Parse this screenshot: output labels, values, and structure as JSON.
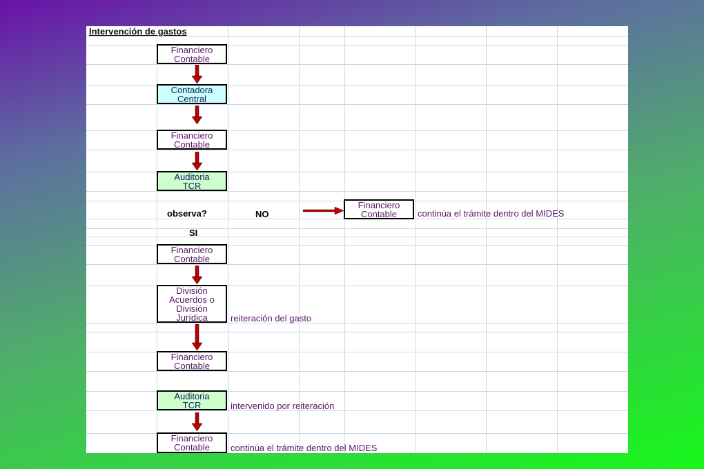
{
  "title": "Intervención de gastos",
  "boxes": {
    "b1": "Financiero\nContable",
    "b2": "Contadora\nCentral",
    "b3": "Financiero\nContable",
    "b4": "Auditoria\nTCR",
    "b5": "Financiero\nContable",
    "b6": "Financiero\nContable",
    "b7": "División\nAcuerdos o\nDivisión\nJurídica",
    "b8": "Financiero\nContable",
    "b9": "Auditoria\nTCR",
    "b10": "Financiero\nContable"
  },
  "labels": {
    "question": "observa?",
    "no": "NO",
    "si": "SI",
    "note_no": "continúa el trámite dentro del MIDES",
    "note_reiteracion": "reiteración del gasto",
    "note_intervenido": "intervenido por reiteración",
    "note_final": "continúa el trámite dentro del MIDES"
  },
  "colors": {
    "arrow": "#c00000",
    "box_cyan": "#ccffff",
    "box_green": "#ccffcc",
    "text_purple": "#5a1466"
  }
}
